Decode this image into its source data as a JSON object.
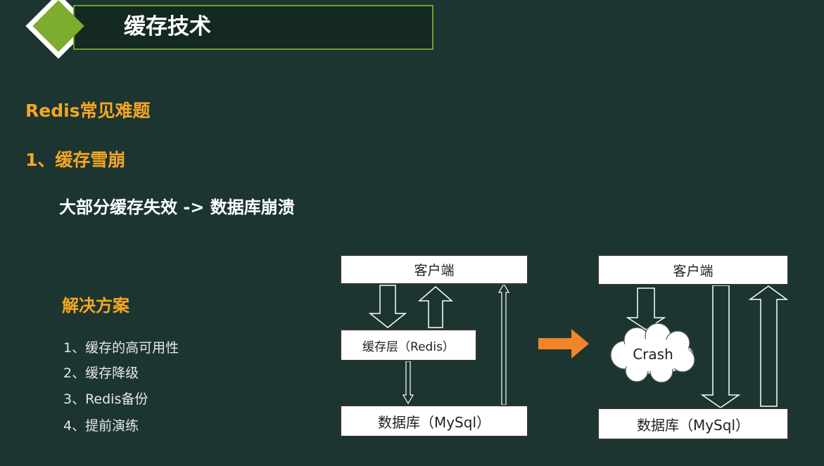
{
  "title": "缓存技术",
  "heading": "Redis常见难题",
  "section": "1、缓存雪崩",
  "subtitle": "大部分缓存失效 -> 数据库崩溃",
  "solutions": {
    "title": "解决方案",
    "items": [
      "1、缓存的高可用性",
      "2、缓存降级",
      "3、Redis备份",
      "4、提前演练"
    ]
  },
  "diagram_left": {
    "client": "客户端",
    "cache": "缓存层（Redis）",
    "db": "数据库（MySql）"
  },
  "diagram_right": {
    "client": "客户端",
    "crash": "Crash",
    "db": "数据库（MySql）"
  },
  "colors": {
    "background": "#1c3530",
    "accent_green": "#7cad2e",
    "heading_orange": "#f5a623",
    "transition_arrow": "#f0852a"
  }
}
